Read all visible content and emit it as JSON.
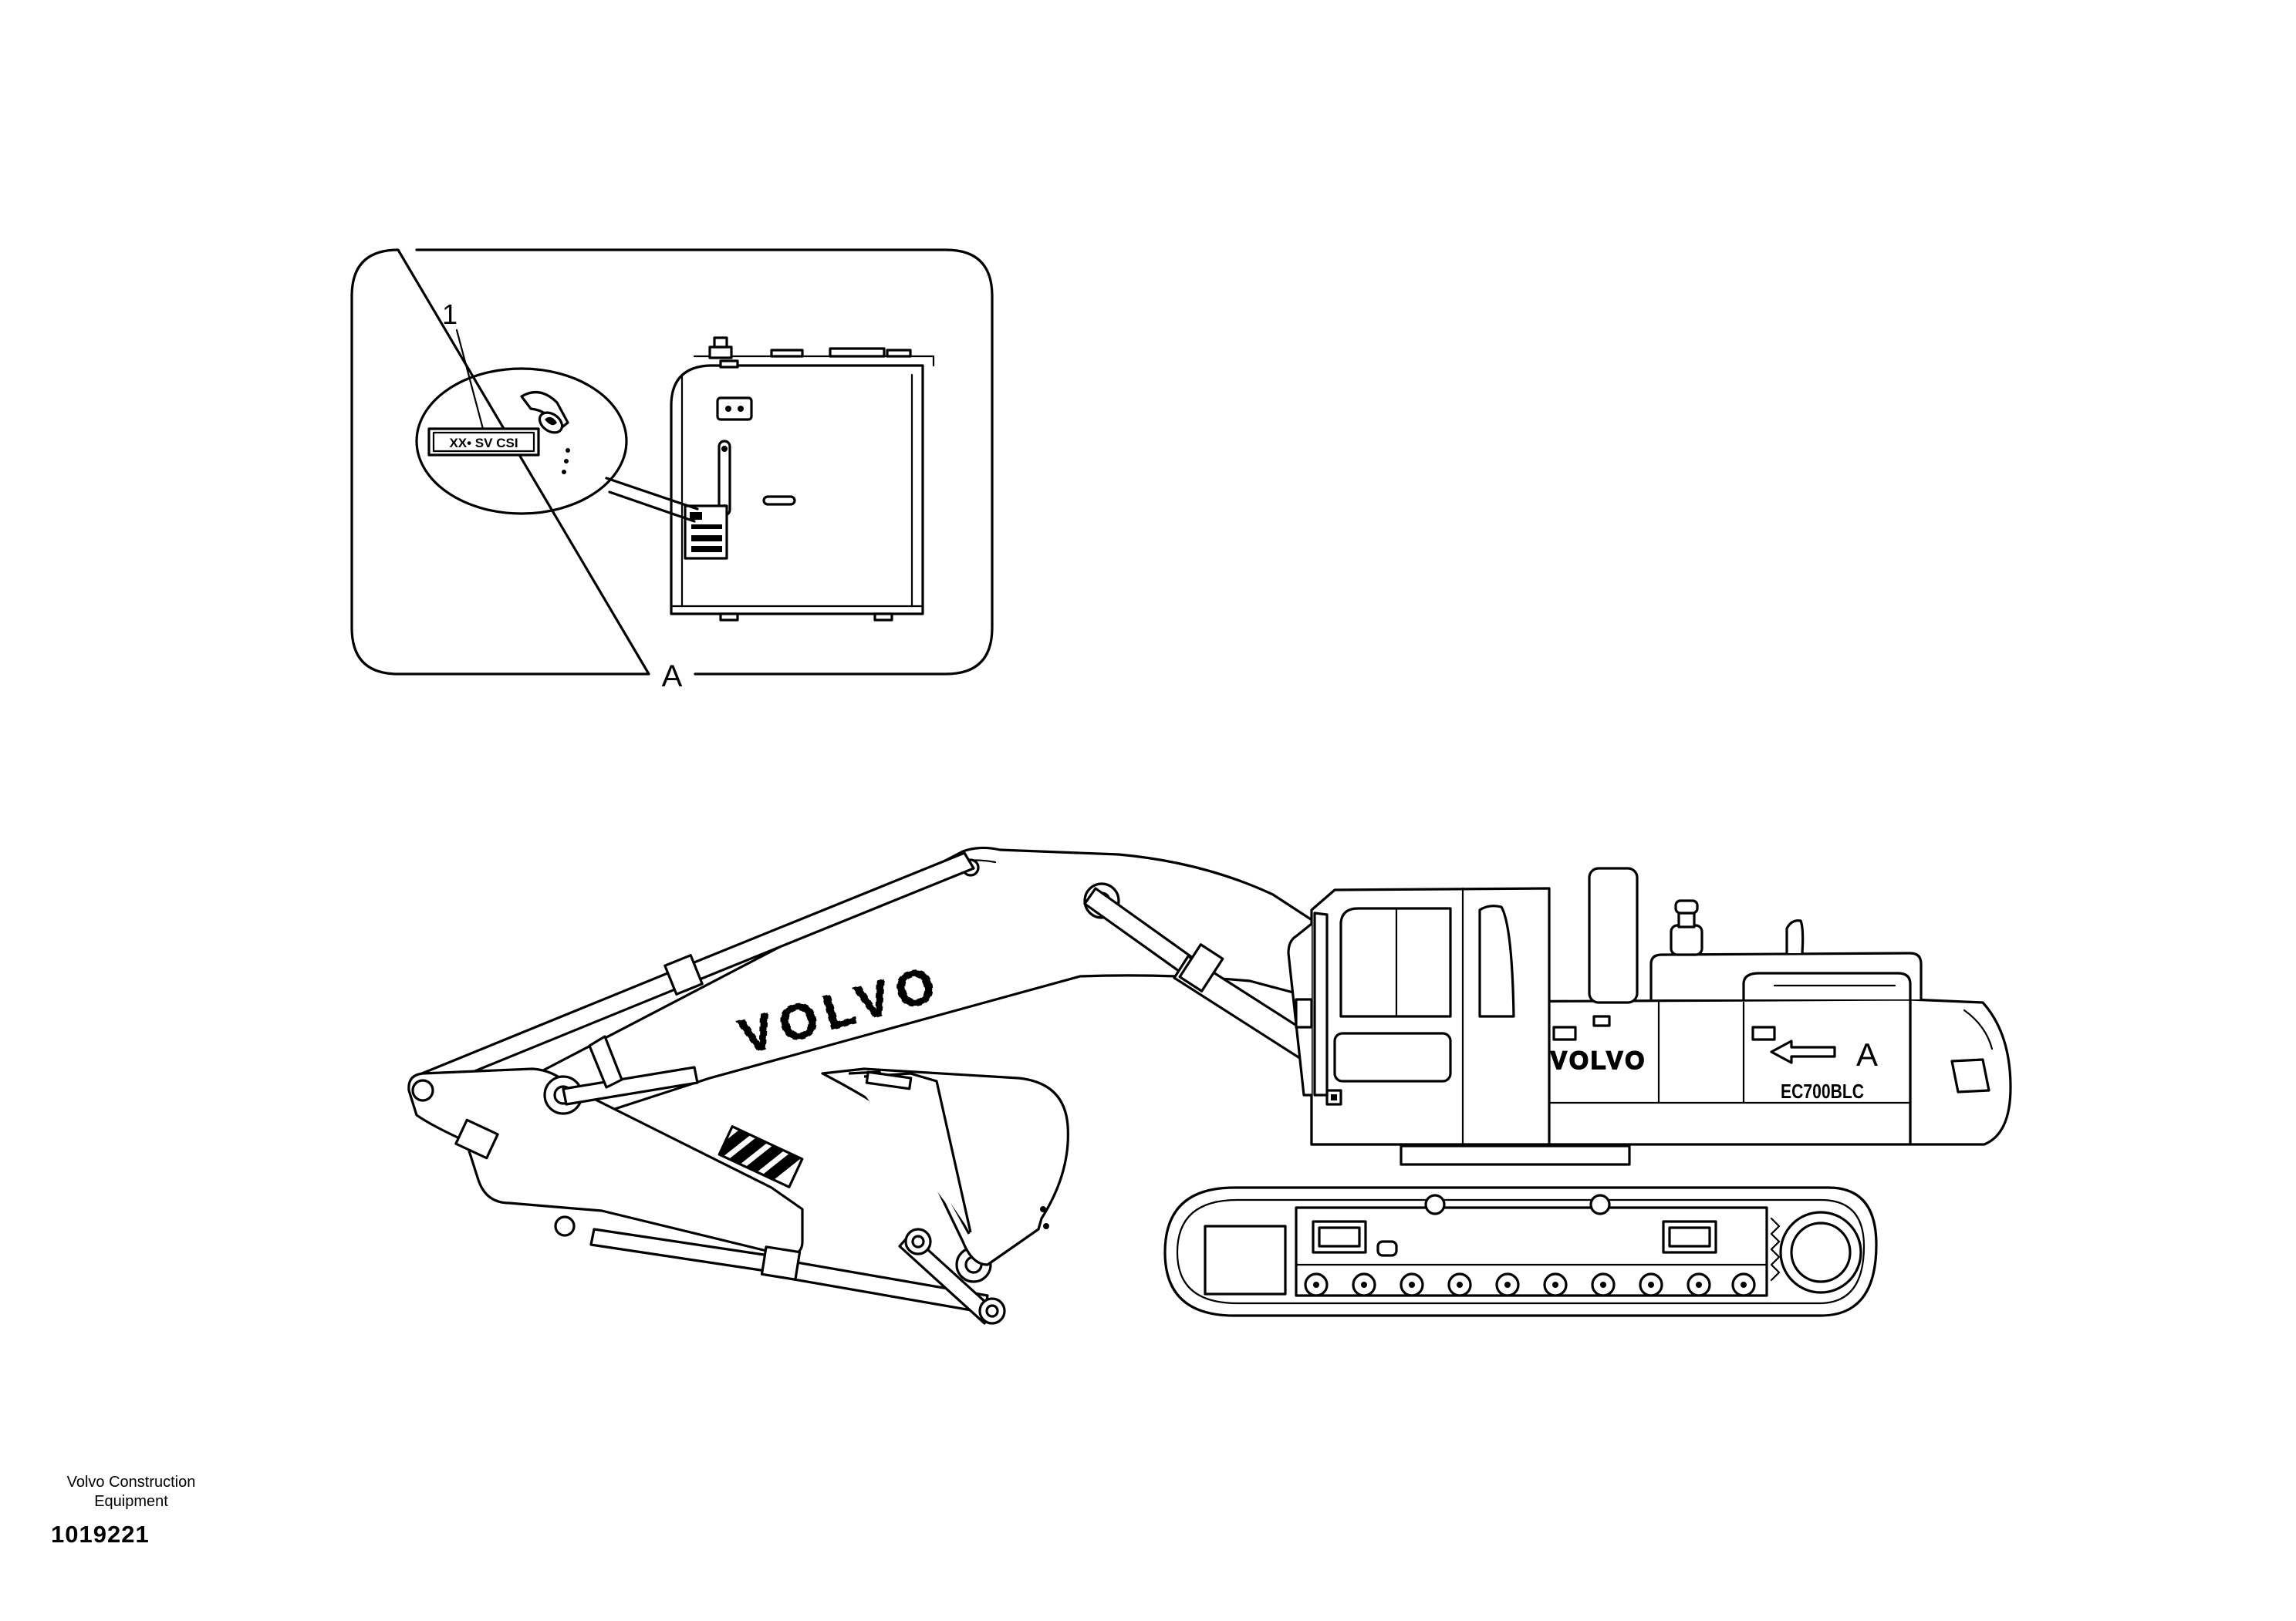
{
  "detail": {
    "view_label": "A",
    "callout_number": "1",
    "decal_text": "XX• SV CSI"
  },
  "machine": {
    "brand": "VOLVO",
    "model_decal": "EC700BLC",
    "view_marker": "A"
  },
  "footer": {
    "publisher_line1": "Volvo Construction",
    "publisher_line2": "Equipment",
    "document_number": "1019221"
  }
}
